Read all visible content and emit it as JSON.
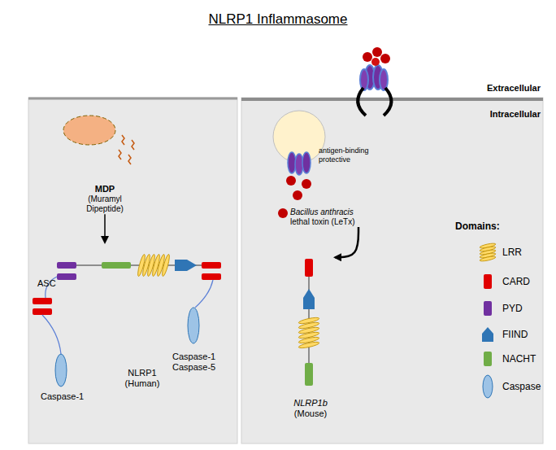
{
  "diagram": {
    "title": "NLRP1 Inflammasome",
    "nodes": [
      {
        "text": [
          "MDP",
          "(Muramyl Dipeptide)"
        ]
      },
      {
        "text": [
          "NLRP1 (Human)"
        ]
      },
      {
        "text": [
          "Bacillus anthracis",
          "lethal toxin (LeTx)"
        ]
      },
      {
        "text": [
          "NLRP1b",
          "(Mouse)"
        ]
      }
    ],
    "edges": [
      {
        "from": 0,
        "to": 1,
        "arrow": "to"
      },
      {
        "from": 2,
        "to": 3,
        "arrow": "to"
      }
    ],
    "labels": [
      "Extracellular",
      "Intracellular",
      "ASC",
      "Caspase-1",
      "Caspase-1 Caspase-5",
      "antigen-binding protective",
      "Domains:"
    ],
    "legend": [
      {
        "text": "LRR"
      },
      {
        "text": "CARD"
      },
      {
        "text": "PYD"
      },
      {
        "text": "FIIND"
      },
      {
        "text": "NACHT"
      },
      {
        "text": "Caspase"
      }
    ]
  }
}
